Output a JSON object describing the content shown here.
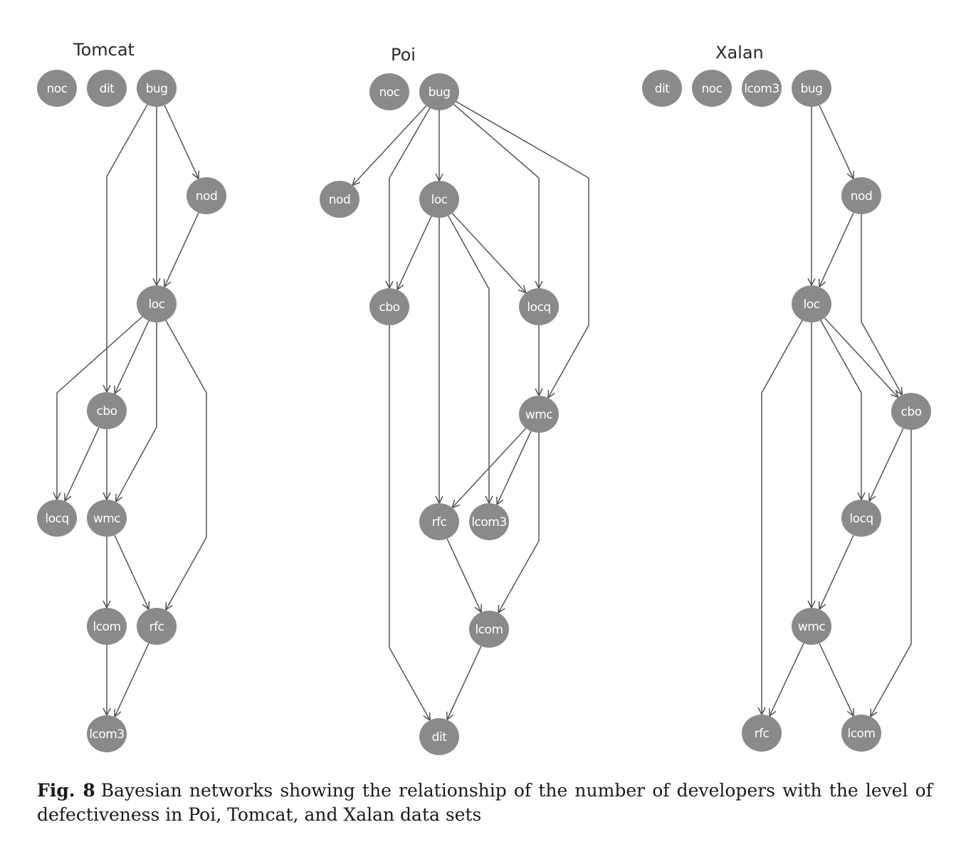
{
  "caption": {
    "label": "Fig. 8",
    "text": "Bayesian networks showing the relationship of the number of developers with the level of defectiveness in Poi, Tomcat, and Xalan data sets"
  },
  "colors": {
    "node_fill": "#8a8a8a",
    "node_text": "#ffffff",
    "edge": "#555555"
  },
  "networks": [
    {
      "id": "tomcat",
      "title": "Tomcat",
      "nodes": [
        {
          "id": "noc",
          "label": "noc"
        },
        {
          "id": "dit",
          "label": "dit"
        },
        {
          "id": "bug",
          "label": "bug"
        },
        {
          "id": "nod",
          "label": "nod"
        },
        {
          "id": "loc",
          "label": "loc"
        },
        {
          "id": "cbo",
          "label": "cbo"
        },
        {
          "id": "locq",
          "label": "locq"
        },
        {
          "id": "wmc",
          "label": "wmc"
        },
        {
          "id": "lcom",
          "label": "lcom"
        },
        {
          "id": "rfc",
          "label": "rfc"
        },
        {
          "id": "lcom3",
          "label": "lcom3"
        }
      ],
      "edges": [
        {
          "from": "bug",
          "to": "cbo"
        },
        {
          "from": "bug",
          "to": "loc"
        },
        {
          "from": "bug",
          "to": "nod"
        },
        {
          "from": "nod",
          "to": "loc"
        },
        {
          "from": "loc",
          "to": "cbo"
        },
        {
          "from": "loc",
          "to": "locq"
        },
        {
          "from": "loc",
          "to": "wmc"
        },
        {
          "from": "loc",
          "to": "rfc"
        },
        {
          "from": "cbo",
          "to": "locq"
        },
        {
          "from": "cbo",
          "to": "wmc"
        },
        {
          "from": "wmc",
          "to": "lcom"
        },
        {
          "from": "wmc",
          "to": "rfc"
        },
        {
          "from": "lcom",
          "to": "lcom3"
        },
        {
          "from": "rfc",
          "to": "lcom3"
        }
      ]
    },
    {
      "id": "poi",
      "title": "Poi",
      "nodes": [
        {
          "id": "noc",
          "label": "noc"
        },
        {
          "id": "bug",
          "label": "bug"
        },
        {
          "id": "nod",
          "label": "nod"
        },
        {
          "id": "loc",
          "label": "loc"
        },
        {
          "id": "cbo",
          "label": "cbo"
        },
        {
          "id": "locq",
          "label": "locq"
        },
        {
          "id": "wmc",
          "label": "wmc"
        },
        {
          "id": "rfc",
          "label": "rfc"
        },
        {
          "id": "lcom3",
          "label": "lcom3"
        },
        {
          "id": "lcom",
          "label": "lcom"
        },
        {
          "id": "dit",
          "label": "dit"
        }
      ],
      "edges": [
        {
          "from": "bug",
          "to": "nod"
        },
        {
          "from": "bug",
          "to": "cbo"
        },
        {
          "from": "bug",
          "to": "loc"
        },
        {
          "from": "bug",
          "to": "locq"
        },
        {
          "from": "bug",
          "to": "wmc"
        },
        {
          "from": "loc",
          "to": "cbo"
        },
        {
          "from": "loc",
          "to": "rfc"
        },
        {
          "from": "loc",
          "to": "lcom3"
        },
        {
          "from": "loc",
          "to": "locq"
        },
        {
          "from": "locq",
          "to": "wmc"
        },
        {
          "from": "wmc",
          "to": "rfc"
        },
        {
          "from": "wmc",
          "to": "lcom3"
        },
        {
          "from": "wmc",
          "to": "lcom"
        },
        {
          "from": "rfc",
          "to": "lcom"
        },
        {
          "from": "cbo",
          "to": "dit"
        },
        {
          "from": "lcom",
          "to": "dit"
        }
      ]
    },
    {
      "id": "xalan",
      "title": "Xalan",
      "nodes": [
        {
          "id": "dit",
          "label": "dit"
        },
        {
          "id": "noc",
          "label": "noc"
        },
        {
          "id": "lcom3",
          "label": "lcom3"
        },
        {
          "id": "bug",
          "label": "bug"
        },
        {
          "id": "nod",
          "label": "nod"
        },
        {
          "id": "loc",
          "label": "loc"
        },
        {
          "id": "cbo",
          "label": "cbo"
        },
        {
          "id": "locq",
          "label": "locq"
        },
        {
          "id": "wmc",
          "label": "wmc"
        },
        {
          "id": "rfc",
          "label": "rfc"
        },
        {
          "id": "lcom",
          "label": "lcom"
        }
      ],
      "edges": [
        {
          "from": "bug",
          "to": "nod"
        },
        {
          "from": "bug",
          "to": "loc"
        },
        {
          "from": "nod",
          "to": "loc"
        },
        {
          "from": "nod",
          "to": "cbo"
        },
        {
          "from": "loc",
          "to": "rfc"
        },
        {
          "from": "loc",
          "to": "wmc"
        },
        {
          "from": "loc",
          "to": "locq"
        },
        {
          "from": "loc",
          "to": "cbo"
        },
        {
          "from": "cbo",
          "to": "locq"
        },
        {
          "from": "cbo",
          "to": "lcom"
        },
        {
          "from": "locq",
          "to": "wmc"
        },
        {
          "from": "wmc",
          "to": "rfc"
        },
        {
          "from": "wmc",
          "to": "lcom"
        }
      ]
    }
  ]
}
